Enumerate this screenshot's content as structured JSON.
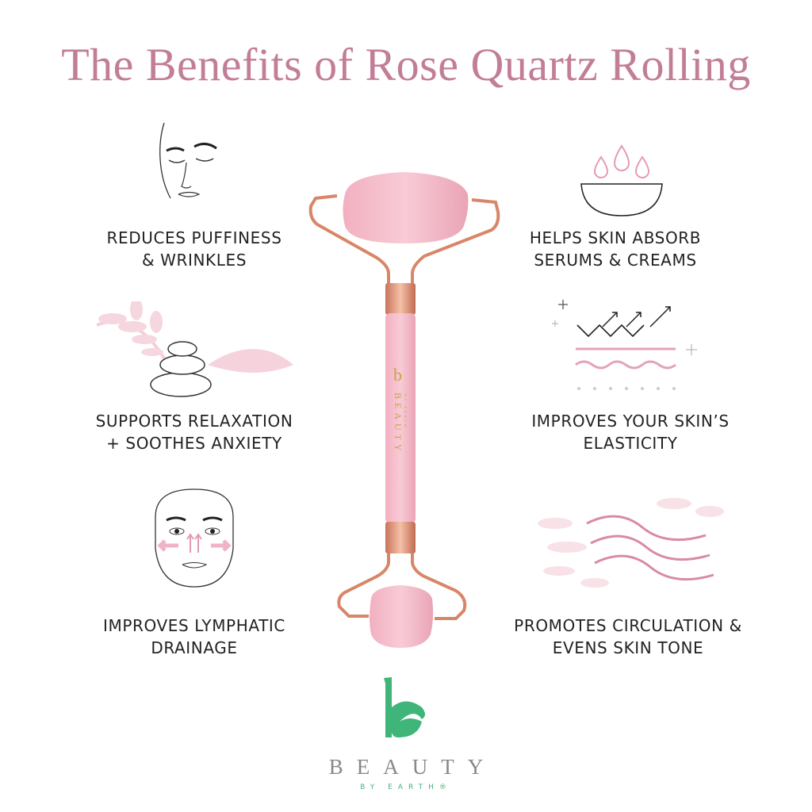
{
  "title": "The Benefits of Rose Quartz Rolling",
  "benefits": {
    "puffiness": {
      "line1": "REDUCES PUFFINESS",
      "line2": "& WRINKLES",
      "icon": "face-eyes-closed-icon"
    },
    "absorb": {
      "line1": "HELPS SKIN ABSORB",
      "line2": "SERUMS & CREAMS",
      "icon": "serum-drops-bowl-icon"
    },
    "relaxation": {
      "line1": "SUPPORTS RELAXATION",
      "line2": "+ SOOTHES ANXIETY",
      "icon": "stacked-stones-leaves-icon"
    },
    "elasticity": {
      "line1": "IMPROVES YOUR SKIN’S",
      "line2": "ELASTICITY",
      "icon": "skin-layers-arrows-icon"
    },
    "lymphatic": {
      "line1": "IMPROVES LYMPHATIC",
      "line2": "DRAINAGE",
      "icon": "face-massage-arrows-icon"
    },
    "circulation": {
      "line1": "PROMOTES CIRCULATION &",
      "line2": "EVENS SKIN TONE",
      "icon": "flow-waves-icon"
    }
  },
  "product": {
    "engraving": "BEAUTY",
    "engraving_sub": "BY EARTH"
  },
  "brand": {
    "name": "BEAUTY",
    "tagline": "BY EARTH®"
  },
  "colors": {
    "title": "#c27d97",
    "accent_pink": "#e7a9bd",
    "rose_gold": "#d9866a",
    "quartz": "#f2b8c6",
    "brand_green": "#3fb57a"
  }
}
